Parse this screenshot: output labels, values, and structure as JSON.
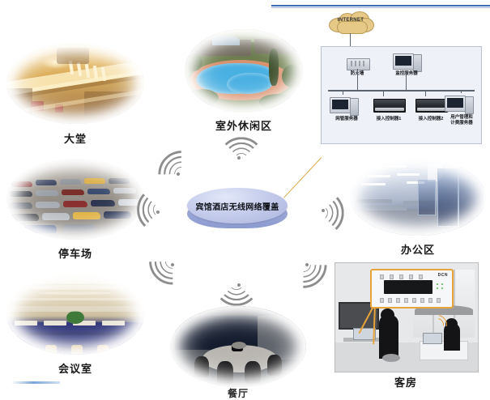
{
  "diagram": {
    "title": "宾馆酒店无线网络覆盖",
    "center_node_label": "宾馆酒店无线网络覆盖",
    "accent_color": "#e8a33a",
    "rule_color": "#3d6fb4",
    "signal_color": "#8d8d8d",
    "disc_color": "#aab4dd"
  },
  "zones": [
    {
      "id": "lobby",
      "label": "大堂",
      "image": "hotel-lobby-photo"
    },
    {
      "id": "outdoor",
      "label": "室外休闲区",
      "image": "swimming-pool-photo"
    },
    {
      "id": "parking",
      "label": "停车场",
      "image": "parking-lot-photo"
    },
    {
      "id": "meeting",
      "label": "会议室",
      "image": "conference-hall-photo"
    },
    {
      "id": "office",
      "label": "办公区",
      "image": "open-office-photo"
    },
    {
      "id": "terrace",
      "label": "餐厅",
      "image": "rooftop-terrace-photo"
    },
    {
      "id": "room",
      "label": "客房",
      "image": "guest-room-illustration"
    }
  ],
  "network": {
    "internet_label": "INTERNET",
    "devices": [
      {
        "id": "firewall",
        "label": "防火墙",
        "icon": "firewall-icon"
      },
      {
        "id": "nms",
        "label": "监控服务器",
        "icon": "server-pc-icon"
      },
      {
        "id": "netadmin",
        "label": "网管服务器",
        "icon": "server-pc-icon"
      },
      {
        "id": "ac1",
        "label": "接入控制器1",
        "icon": "rack-controller-icon"
      },
      {
        "id": "ac2",
        "label": "接入控制器2",
        "icon": "rack-controller-icon"
      },
      {
        "id": "billing",
        "label": "用户管理和\n计费服务器",
        "label_line1": "用户管理和",
        "label_line2": "计费服务器",
        "icon": "server-pc-icon"
      }
    ]
  },
  "access_point": {
    "brand": "DCN",
    "callout_name": "wireless-access-point"
  }
}
